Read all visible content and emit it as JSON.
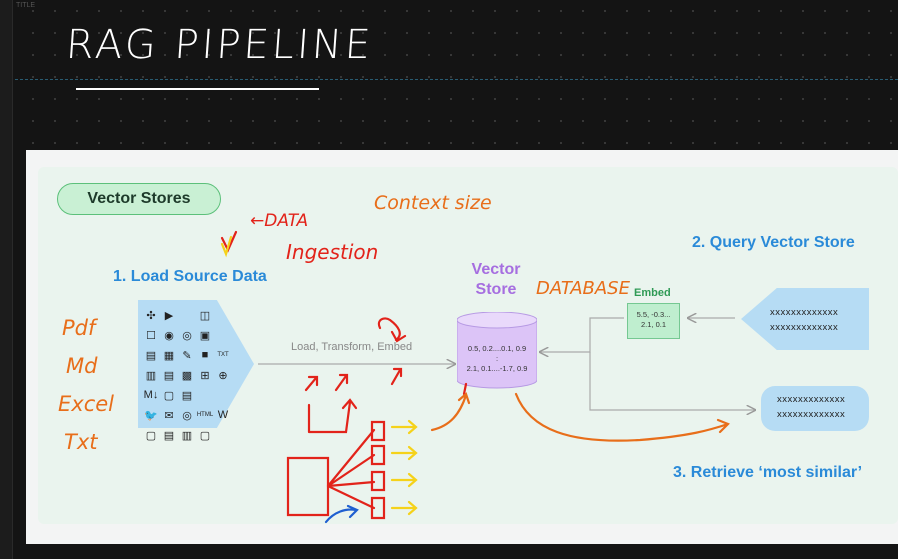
{
  "window": {
    "title_label": "TITLE"
  },
  "heading": {
    "title": "RAG PIPELINE"
  },
  "slide": {
    "badge": "Vector Stores",
    "step1": "1. Load Source Data",
    "step2": "2. Query Vector Store",
    "step3": "3. Retrieve ‘most similar’",
    "store_line1": "Vector",
    "store_line2": "Store",
    "load_text": "Load, Transform, Embed",
    "store_vec_1": "0.5, 0.2....0.1, 0.9",
    "store_vec_mid": ":",
    "store_vec_2": "2.1, 0.1....-1.7, 0.9",
    "embed_label": "Embed",
    "embed_vec_1": "5.5, -0.3...",
    "embed_vec_2": "2.1, 0.1",
    "query_1": "xxxxxxxxxxxxx",
    "query_2": "xxxxxxxxxxxxx",
    "result_1": "xxxxxxxxxxxxx",
    "result_2": "xxxxxxxxxxxxx",
    "source_icons": [
      "✣",
      "▶",
      "",
      "◫",
      "",
      "☐",
      "◉",
      "◎",
      "▣",
      "",
      "▤",
      "▦",
      "✎",
      "■",
      "TXT",
      "▥",
      "▤",
      "▩",
      "⊞",
      "⊕",
      "M↓",
      "▢",
      "▤",
      "",
      "",
      "🐦",
      "✉",
      "◎",
      "HTML",
      "W",
      "▢",
      "▤",
      "▥",
      "▢",
      ""
    ]
  },
  "annotations": {
    "data_ingestion_1": "←DATA",
    "data_ingestion_2": "Ingestion",
    "context_size": "Context size",
    "database": "DATABASE",
    "formats": [
      "Pdf",
      "Md",
      "Excel",
      "Txt"
    ]
  },
  "colors": {
    "blue_heading": "#2a8ad8",
    "purple_heading": "#a66ee0",
    "ink_red": "#e2231a",
    "ink_orange": "#e86e1a",
    "ink_yellow": "#f5d21a",
    "ink_blue": "#1f5fd0"
  }
}
